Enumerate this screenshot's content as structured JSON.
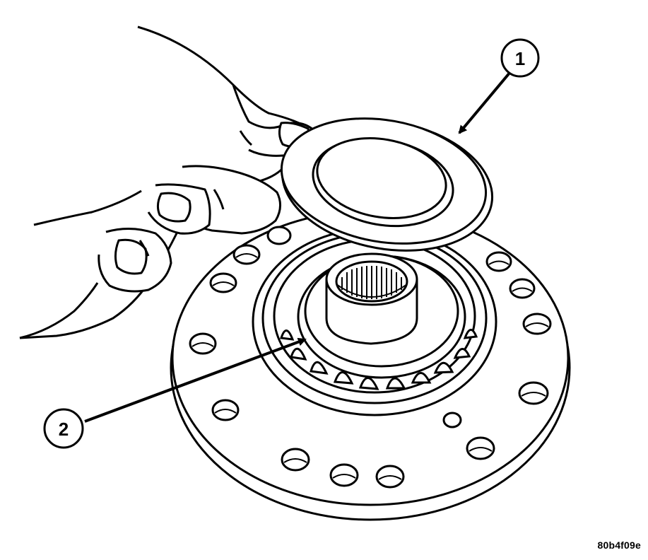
{
  "callouts": [
    {
      "id": "1"
    },
    {
      "id": "2"
    }
  ],
  "figure_code": "80b4f09e",
  "colors": {
    "ink": "#000000",
    "paper": "#ffffff"
  }
}
